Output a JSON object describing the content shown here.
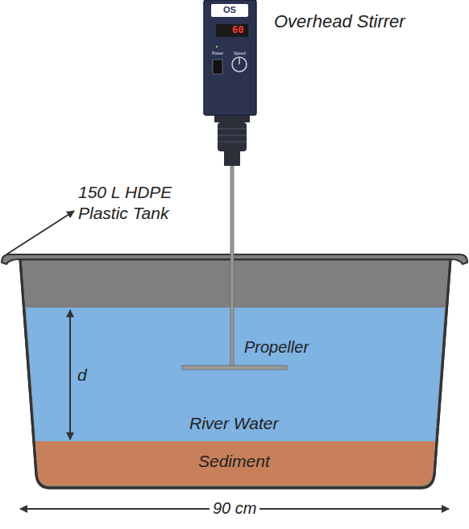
{
  "diagram": {
    "labels": [
      "OS",
      "60",
      "Power",
      "Speed",
      "Overhead Stirrer",
      "150 L HDPE Plastic Tank",
      "Propeller",
      "d",
      "River Water",
      "Sediment",
      "90 cm"
    ]
  }
}
